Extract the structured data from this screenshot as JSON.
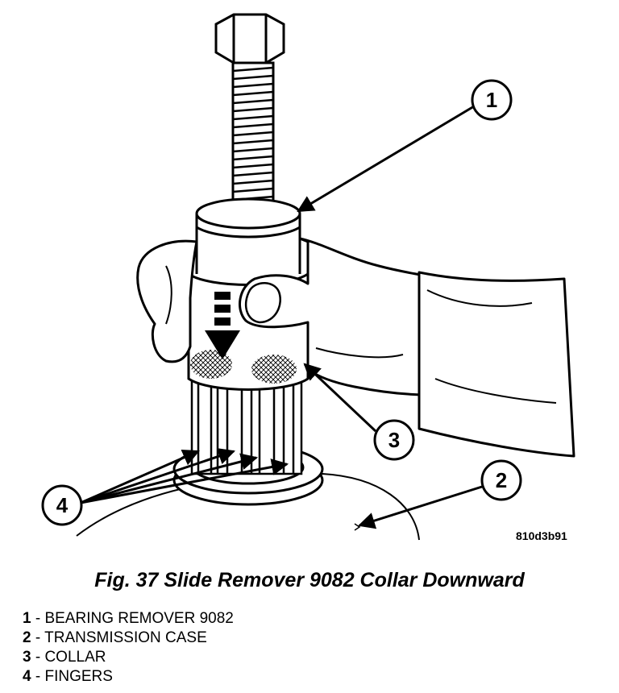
{
  "figure": {
    "image_code": "810d3b91",
    "callouts": [
      "1",
      "2",
      "3",
      "4"
    ]
  },
  "caption": "Fig. 37 Slide Remover 9082 Collar Downward",
  "legend": [
    {
      "num": "1",
      "text": " - BEARING REMOVER 9082"
    },
    {
      "num": "2",
      "text": " - TRANSMISSION CASE"
    },
    {
      "num": "3",
      "text": " - COLLAR"
    },
    {
      "num": "4",
      "text": " - FINGERS"
    }
  ]
}
